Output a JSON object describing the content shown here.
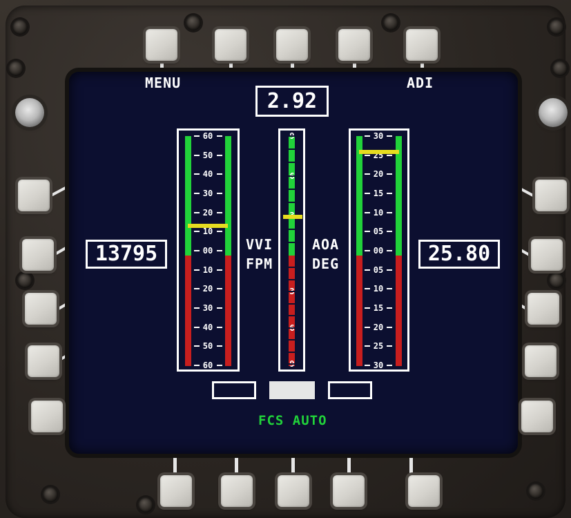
{
  "labels": {
    "menu": "MENU",
    "adi": "ADI",
    "vvi": "VVI",
    "fpm": "FPM",
    "aoa": "AOA",
    "deg": "DEG",
    "fcs": "FCS AUTO"
  },
  "readouts": {
    "top": "2.92",
    "left": "13795",
    "right": "25.80"
  },
  "vvi_tape": {
    "labels": [
      "60",
      "50",
      "40",
      "30",
      "20",
      "10",
      "00",
      "10",
      "20",
      "30",
      "40",
      "50",
      "60"
    ],
    "pointer_value": 13
  },
  "g_tape": {
    "labels": [
      "9",
      "6",
      "3",
      "3",
      "6",
      "9"
    ],
    "pointer_value": 2.92
  },
  "aoa_tape": {
    "labels": [
      "30",
      "25",
      "20",
      "15",
      "10",
      "05",
      "00",
      "05",
      "10",
      "15",
      "20",
      "25",
      "30"
    ],
    "pointer_value": 25.8
  },
  "indicator_boxes": [
    {
      "filled": false
    },
    {
      "filled": true
    },
    {
      "filled": false
    }
  ],
  "colors": {
    "positive": "#21d23a",
    "negative": "#c81e1e",
    "pointer": "#e6dc20",
    "screen": "#0c0f30",
    "text": "#ffffff"
  }
}
